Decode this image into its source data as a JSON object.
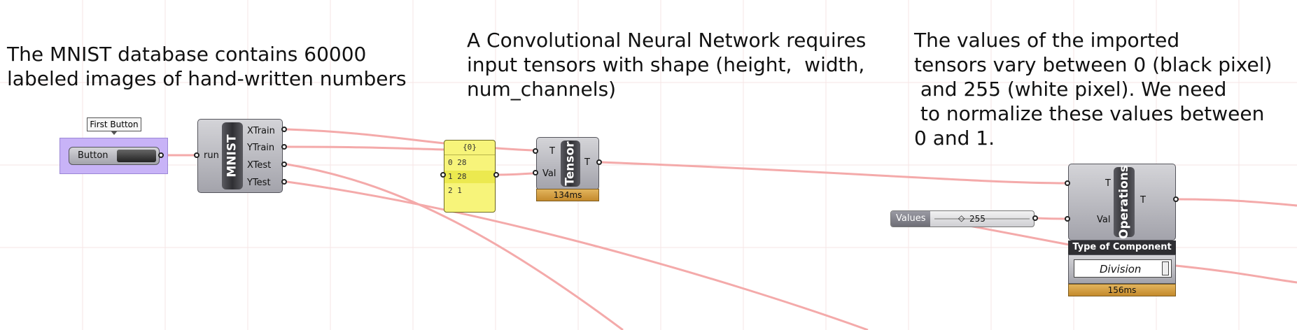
{
  "notes": {
    "mnist": "The MNIST database contains 60000\nlabeled images of hand-written numbers",
    "cnn": "A Convolutional Neural Network requires\ninput tensors with shape (height,  width,\nnum_channels)",
    "values": "The values of the imported\ntensors vary between 0 (black pixel)\n and 255 (white pixel). We need\n to normalize these values between\n0 and 1."
  },
  "button_component": {
    "tag": "First Button",
    "label": "Button"
  },
  "mnist_component": {
    "input": "run",
    "nickname": "MNIST",
    "outputs": [
      "XTrain",
      "YTrain",
      "XTest",
      "YTest"
    ]
  },
  "panel": {
    "header": "{0}",
    "rows": [
      {
        "index": "0",
        "value": "28"
      },
      {
        "index": "1",
        "value": "28"
      },
      {
        "index": "2",
        "value": "1"
      }
    ]
  },
  "tensor_component": {
    "inputs": [
      "T",
      "Val"
    ],
    "nickname": "Tensor",
    "output": "T",
    "timer": "134ms"
  },
  "values_slider": {
    "label": "Values",
    "value": "255"
  },
  "operations_component": {
    "inputs": [
      "T",
      "Val"
    ],
    "nickname": "Operations",
    "output": "T",
    "type_label": "Type of Component",
    "selected": "Division",
    "timer": "156ms"
  },
  "colors": {
    "wire": "#f4aaaa",
    "grid": "#f3dede",
    "panel": "#f7f47a",
    "button_group": "#c8b3f7",
    "timer": "#d9a243"
  }
}
